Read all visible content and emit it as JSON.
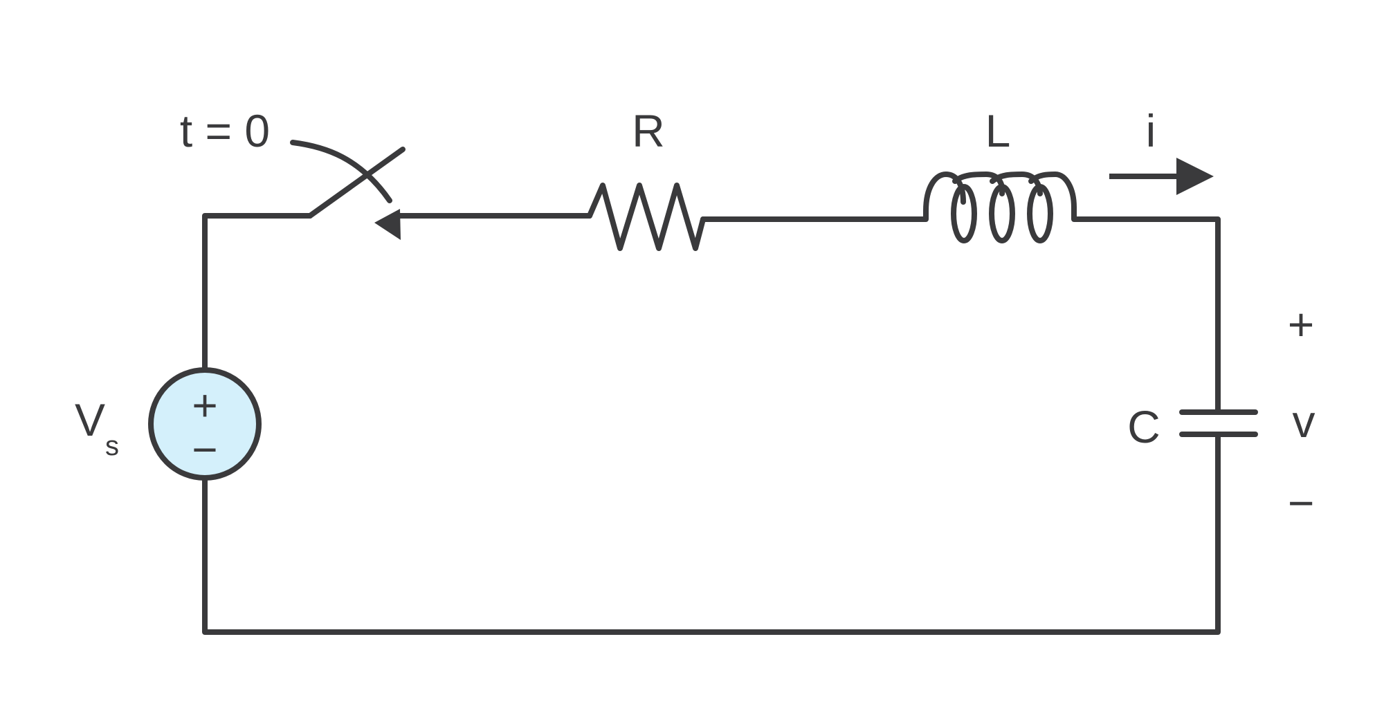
{
  "diagram": {
    "title": "",
    "switch_label": "t = 0",
    "resistor_label": "R",
    "inductor_label": "L",
    "current_label": "i",
    "capacitor_label": "C",
    "capacitor_voltage": {
      "plus": "+",
      "symbol": "v",
      "minus": "−"
    },
    "source_label": {
      "main": "V",
      "sub": "s"
    },
    "source_polarity": {
      "plus": "+",
      "minus": "−"
    }
  },
  "colors": {
    "stroke": "#3a3a3c",
    "source_fill": "#d4f0fb",
    "background": "#ffffff"
  },
  "icons": [
    "switch-icon",
    "resistor-icon",
    "inductor-icon",
    "capacitor-icon",
    "voltage-source-icon",
    "current-arrow-icon"
  ]
}
